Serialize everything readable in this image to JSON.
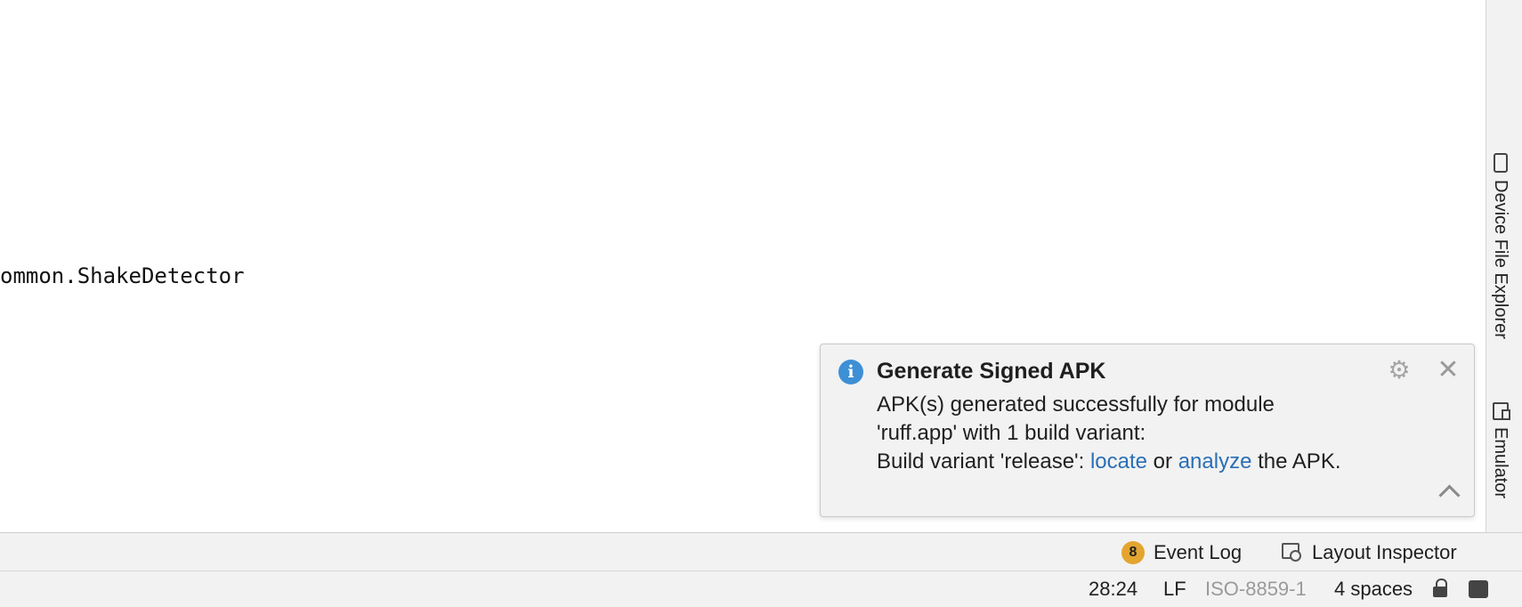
{
  "editor": {
    "code_line": "ommon.ShakeDetector"
  },
  "right_toolbar": {
    "device_file_explorer": "Device File Explorer",
    "emulator": "Emulator"
  },
  "notification": {
    "icon": "info-icon",
    "title": "Generate Signed APK",
    "line1": "APK(s) generated successfully for module",
    "line2": "'ruff.app' with 1 build variant:",
    "line3_prefix": "Build variant 'release': ",
    "locate_link": "locate",
    "or_text": " or ",
    "analyze_link": "analyze",
    "line3_suffix": " the APK.",
    "accent_color": "#3d8fd6",
    "link_color": "#2a6fb5"
  },
  "tool_windows": {
    "event_log_count": "8",
    "event_log_label": "Event Log",
    "layout_inspector_label": "Layout Inspector"
  },
  "status_bar": {
    "caret_position": "28:24",
    "line_separator": "LF",
    "encoding": "ISO-8859-1",
    "indent": "4 spaces"
  }
}
